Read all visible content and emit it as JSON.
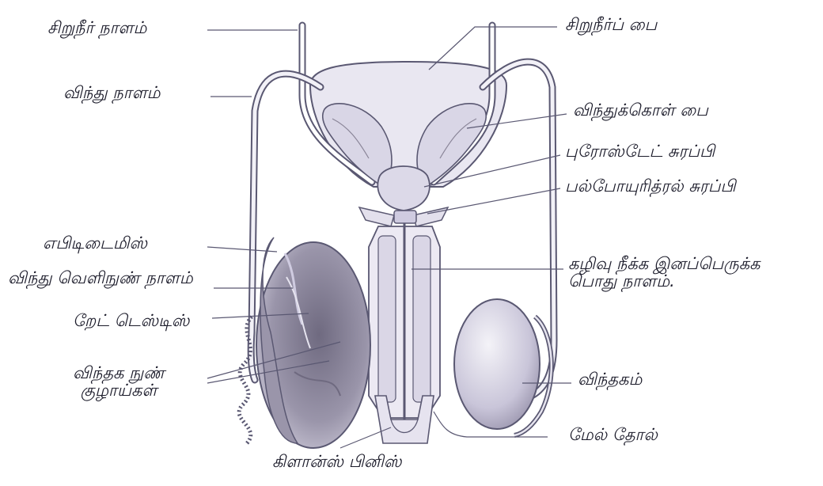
{
  "labels": {
    "urethra_upper": "சிறுநீர் நாளம்",
    "vas_deferens": "விந்து நாளம்",
    "epididymis": "எபிடிடைமிஸ்",
    "efferent_ducts": "விந்து வெளிநுண் நாளம்",
    "rete_testis": "றேட் டெஸ்டிஸ்",
    "seminiferous_tubules": "விந்தக நுண் குழாய்கள்",
    "glans_penis": "கிளான்ஸ் பினிஸ்",
    "urinary_bladder": "சிறுநீர்ப் பை",
    "seminal_vesicle": "விந்துக்கொள் பை",
    "prostate_gland": "புரோஸ்டேட் சுரப்பி",
    "bulbourethral_gland": "பல்போயுரித்ரல் சுரப்பி",
    "urethra_common": "கழிவு நீக்க இனப்பெருக்க பொது நாளம்.",
    "testis": "விந்தகம்",
    "foreskin": "மேல் தோல்"
  },
  "colors": {
    "line": "#5a5872",
    "fill_light": "#e6e4ef",
    "fill_mid": "#cfcbe0",
    "tissue_dark": "#8a8598",
    "ink": "#1b1b2a"
  }
}
